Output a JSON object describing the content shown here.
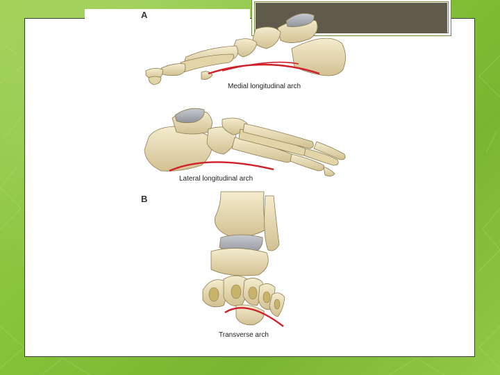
{
  "figure": {
    "panel_a_letter": "A",
    "panel_b_letter": "B",
    "labels": {
      "medial": "Medial longitudinal arch",
      "lateral": "Lateral longitudinal arch",
      "transverse": "Transverse arch"
    }
  },
  "colors": {
    "background": "#8cc63f",
    "bone": "#e9ddb4",
    "bone_shadow": "#c9b98a",
    "cartilage": "#a9adb3",
    "arch_line": "#d0202a",
    "title_panel": "#5f5a4b"
  }
}
